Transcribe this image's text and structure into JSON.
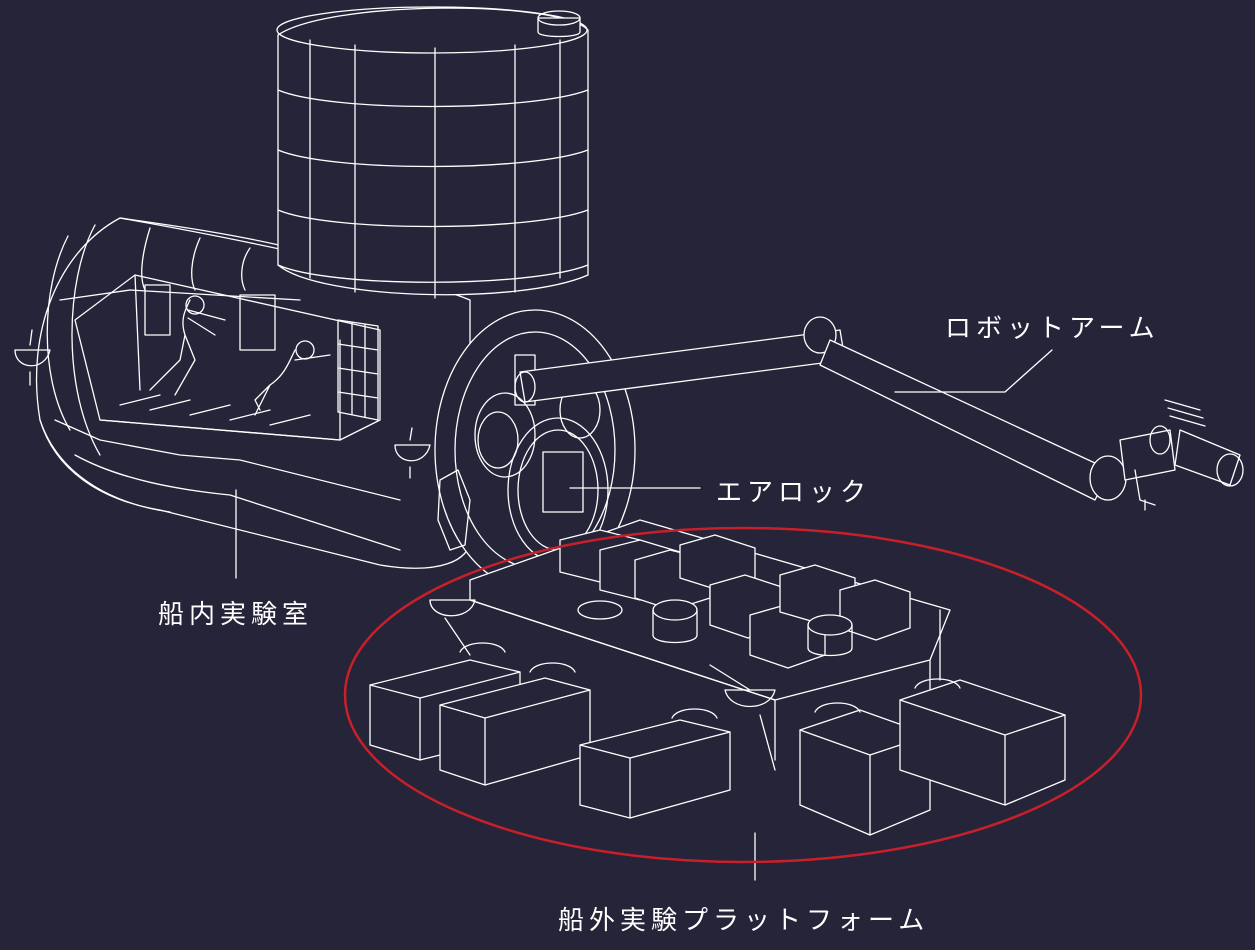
{
  "labels": {
    "robot_arm": "ロボットアーム",
    "airlock": "エアロック",
    "pressurized_module": "船内実験室",
    "exposed_facility": "船外実験プラットフォーム"
  },
  "colors": {
    "background": "#252438",
    "line": "#ffffff",
    "highlight": "#c8202a"
  }
}
